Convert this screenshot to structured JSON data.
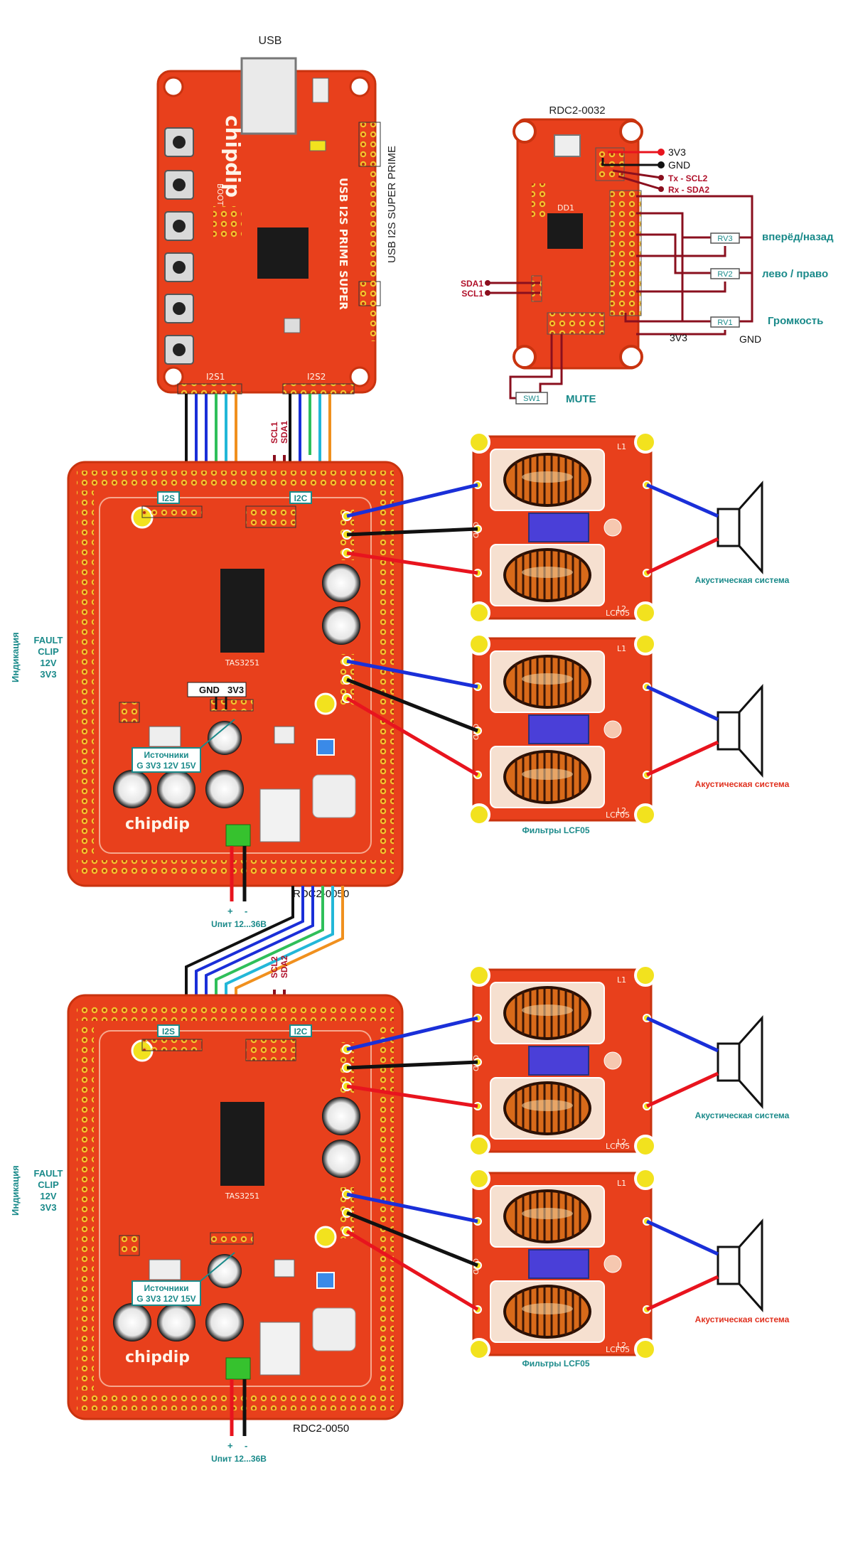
{
  "usb_board": {
    "usb_label": "USB",
    "brand": "chipdip",
    "side_title": "USB I2S SUPER PRIME",
    "pcb_title": "USB I2S PRIME SUPER",
    "i2s1": "I2S1",
    "i2s2": "I2S2",
    "boot": "BOOT"
  },
  "rdc_small": {
    "title": "RDC2-0032",
    "pins": [
      "3V3",
      "GND",
      "Tx - SCL2",
      "Rx - SDA2"
    ],
    "left_pins": [
      "SDA1",
      "SCL1"
    ],
    "rv": [
      "RV3",
      "RV2",
      "RV1"
    ],
    "controls": [
      "вперёд/назад",
      "лево / право",
      "Громкость"
    ],
    "bottom_3v3": "3V3",
    "bottom_gnd": "GND",
    "sw": "SW1",
    "mute": "MUTE",
    "pcb_label": "DD1"
  },
  "bus_labels": {
    "scl1": "SCL1",
    "sda1": "SDA1",
    "scl2": "SCL2",
    "sda2": "SDA2"
  },
  "amps": [
    {
      "name": "RDC2-0050",
      "i2s_tag": "I2S",
      "i2c_tag": "I2C",
      "chip": "TAS3251",
      "brand": "chipdip",
      "indication_title": "Индикация",
      "indication_items": [
        "FAULT",
        "CLIP",
        "12V",
        "3V3"
      ],
      "gnd": "GND",
      "v3v3": "3V3",
      "sources_title": "Источники",
      "sources_items": "G 3V3 12V 15V",
      "power_plus": "+",
      "power_minus": "-",
      "power_label": "Uпит 12...36В",
      "speaker_labels": [
        "Акустическая система",
        "Акустическая система"
      ],
      "filters_label": "Фильтры LCF05"
    },
    {
      "name": "RDC2-0050",
      "i2s_tag": "I2S",
      "i2c_tag": "I2C",
      "chip": "TAS3251",
      "brand": "chipdip",
      "indication_title": "Индикация",
      "indication_items": [
        "FAULT",
        "CLIP",
        "12V",
        "3V3"
      ],
      "power_plus": "+",
      "power_minus": "-",
      "power_label": "Uпит 12...36В",
      "sources_title": "Источники",
      "sources_items": "G 3V3 12V 15V",
      "speaker_labels": [
        "Акустическая система",
        "Акустическая система"
      ],
      "filters_label": "Фильтры LCF05"
    }
  ],
  "filter": {
    "name": "LCF05",
    "gnd": "GND",
    "l1": "L1",
    "l2": "L2"
  },
  "colors": {
    "pcb": "#e8401c",
    "pcb_dark": "#c9330f",
    "teal_text": "#1a8a8a",
    "red_text": "#e0301e",
    "dark_red_text": "#b0102a",
    "wire_blue": "#1a2fd8",
    "wire_red": "#e8141e",
    "wire_black": "#111111",
    "wire_green": "#2fbf5a",
    "wire_cyan": "#22b7d8",
    "wire_orange": "#f0901e",
    "wire_darkred": "#8a0f1e",
    "coil": "#d86a1a"
  }
}
